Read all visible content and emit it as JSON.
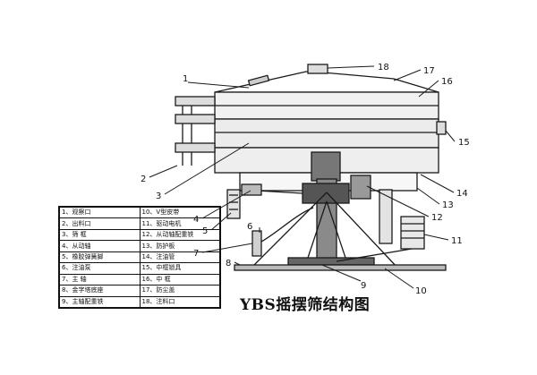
{
  "caption": "YBS摇摆筛结构图",
  "callouts": [
    "1",
    "2",
    "3",
    "4",
    "5",
    "6",
    "7",
    "8",
    "9",
    "10",
    "11",
    "12",
    "13",
    "14",
    "15",
    "16",
    "17",
    "18"
  ],
  "legend": [
    [
      "1、观察口",
      "10、V型皮带"
    ],
    [
      "2、出料口",
      "11、驱动电机"
    ],
    [
      "3、筛  框",
      "12、从动轴配重铁"
    ],
    [
      "4、从动轴",
      "13、防护板"
    ],
    [
      "5、橡胶弹簧脚",
      "14、注油管"
    ],
    [
      "6、注油泵",
      "15、中框锁具"
    ],
    [
      "7、主  轴",
      "16、中  框"
    ],
    [
      "8、金字塔底座",
      "17、防尘盖"
    ],
    [
      "9、主轴配重铁",
      "18、注料口"
    ]
  ]
}
